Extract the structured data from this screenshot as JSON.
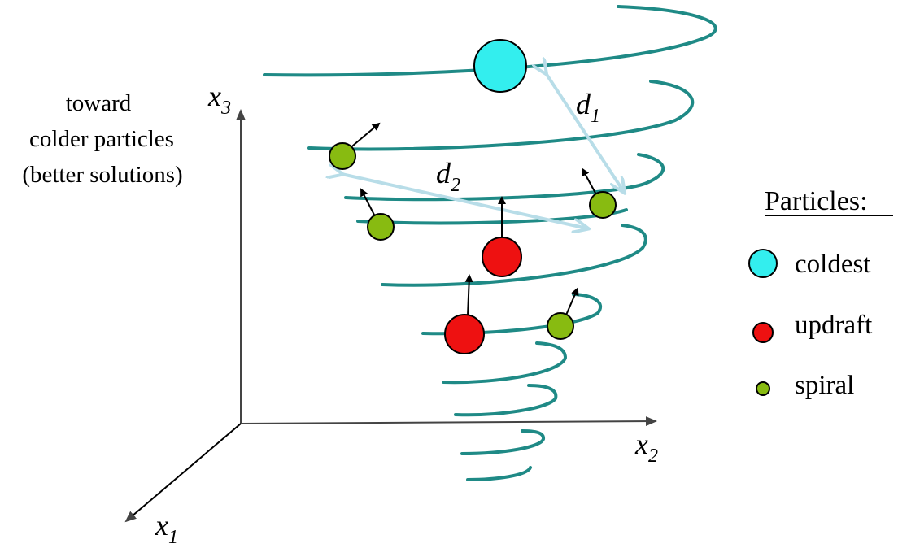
{
  "note": {
    "line1": "toward",
    "line2": "colder particles",
    "line3": "(better solutions)"
  },
  "axes": {
    "x1": {
      "base": "x",
      "sub": "1"
    },
    "x2": {
      "base": "x",
      "sub": "2"
    },
    "x3": {
      "base": "x",
      "sub": "3"
    }
  },
  "distances": {
    "d1": {
      "base": "d",
      "sub": "1"
    },
    "d2": {
      "base": "d",
      "sub": "2"
    }
  },
  "legend": {
    "title": "Particles:",
    "items": [
      {
        "label": "coldest",
        "color": "#33eeee"
      },
      {
        "label": "updraft",
        "color": "#ee1111"
      },
      {
        "label": "spiral",
        "color": "#88bb11"
      }
    ]
  },
  "colors": {
    "spiral_stroke": "#1f8a86",
    "distance_arrow": "#b8dde8",
    "axis": "#444444"
  }
}
